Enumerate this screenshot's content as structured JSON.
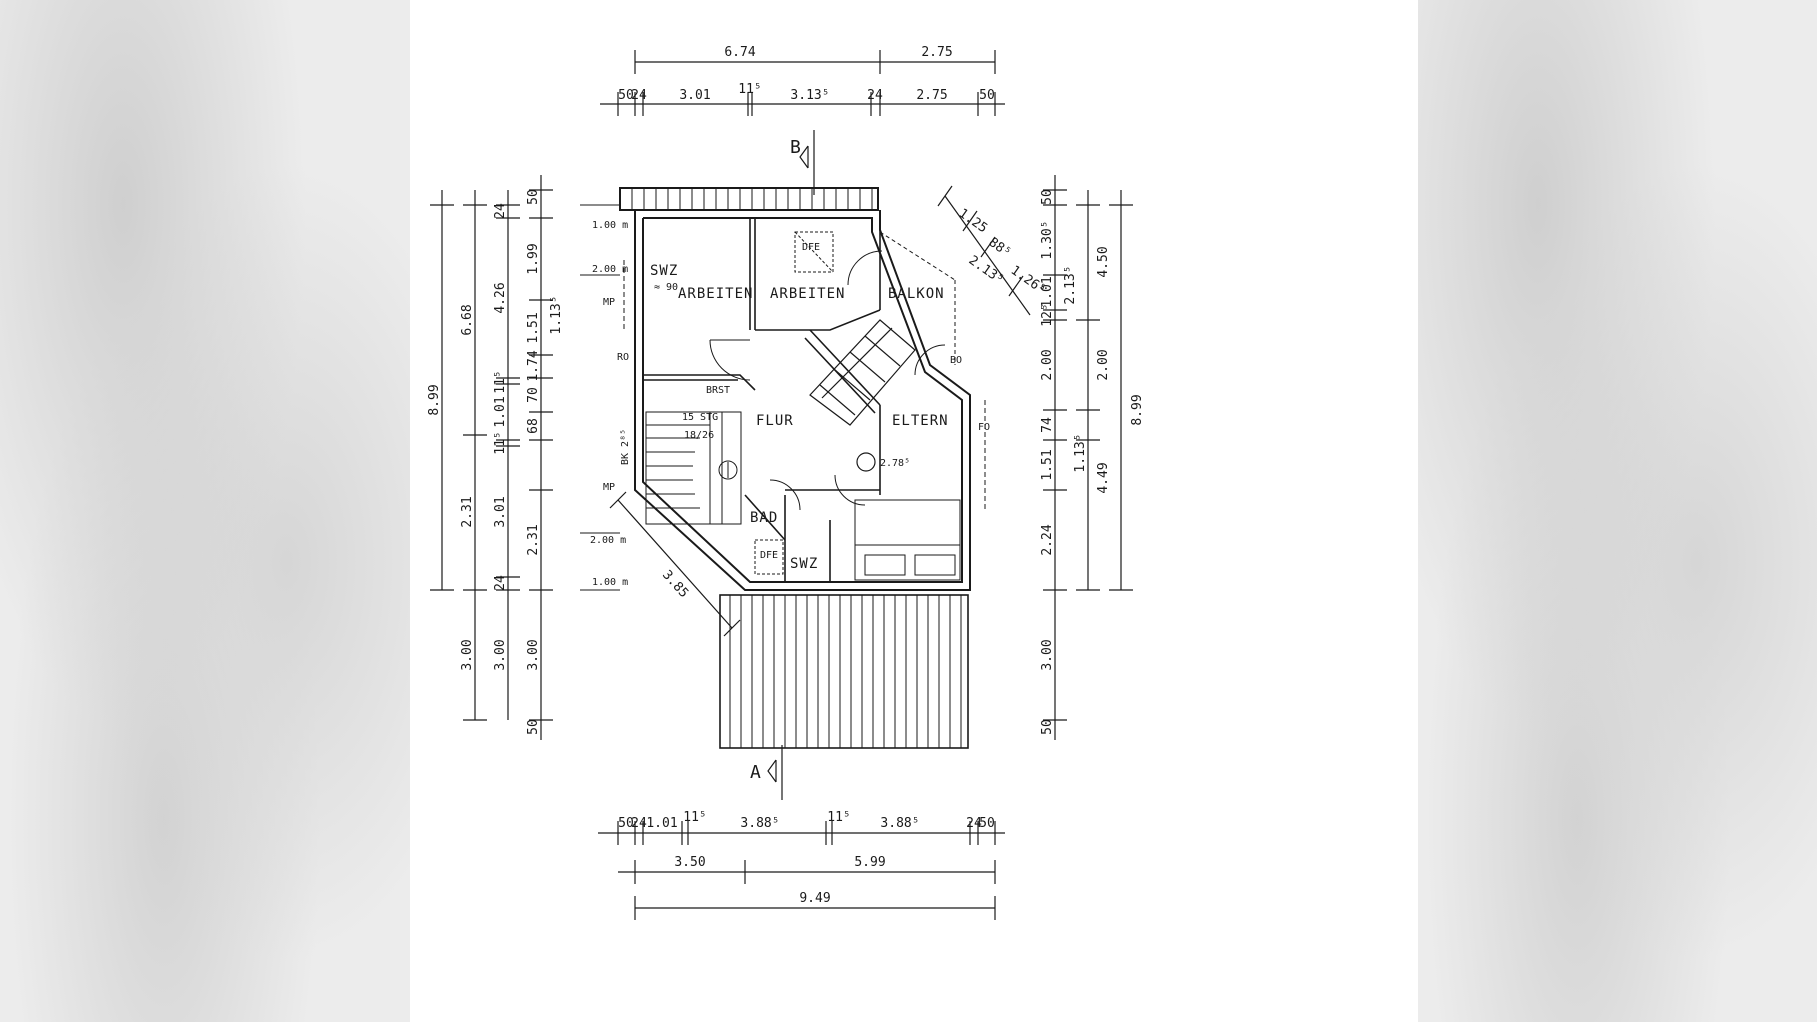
{
  "rooms": {
    "arbeiten_1": "ARBEITEN",
    "arbeiten_2": "ARBEITEN",
    "balkon": "BALKON",
    "flur": "FLUR",
    "eltern": "ELTERN",
    "bad": "BAD",
    "swz": "SWZ",
    "swz_bath": "SWZ"
  },
  "sections": {
    "top": "B",
    "bottom": "A"
  },
  "dims_top_total": [
    "6.74",
    "2.75"
  ],
  "dims_top_detail": [
    "50",
    "24",
    "3.01",
    "11⁵",
    "3.13⁵",
    "24",
    "2.75",
    "50"
  ],
  "dims_bottom_detail": [
    "50",
    "24",
    "1.01",
    "11⁵",
    "3.88⁵",
    "11⁵",
    "3.88⁵",
    "24",
    "50"
  ],
  "dims_bottom_mid": [
    "3.50",
    "5.99"
  ],
  "dims_bottom_total": "9.49",
  "dims_left_outer": [
    "8.99",
    "6.68",
    "2.31",
    "3.00"
  ],
  "dims_left_mid": [
    "24",
    "4.26",
    "11⁵",
    "1.01",
    "11⁵",
    "3.01",
    "24",
    "3.00"
  ],
  "dims_left_inner": [
    "50",
    "1.99",
    "1.13⁵",
    "1.51",
    "1.74",
    "70",
    "68",
    "2.31",
    "3.00",
    "50"
  ],
  "dims_right_inner": [
    "50",
    "1.30⁵",
    "2.13⁵",
    "1.01",
    "12⁵",
    "2.00",
    "74",
    "1.51",
    "2.24",
    "3.00",
    "50"
  ],
  "dims_right_mid": [
    "4.50",
    "2.00",
    "1.13⁵",
    "4.49"
  ],
  "dims_right_outer": "8.99",
  "dims_diagonal_top": [
    "1.25",
    "88⁵",
    "2.13⁵",
    "1.26⁵"
  ],
  "dims_diagonal_left": "3.85",
  "level_marks": [
    "1.00 m",
    "2.00 m",
    "2.00 m",
    "1.00 m"
  ],
  "small_labels": {
    "dfe_top": "DFE",
    "dfe_bad": "DFE",
    "mp_top": "MP",
    "mp_bottom": "MP",
    "ro": "RO",
    "bo": "BO",
    "fo": "FO",
    "brust": "BRST",
    "stair_count": "15 STG",
    "stair_size": "18/26",
    "stair_left": "BK 2⁸⁵",
    "eltern_height": "2.78⁵",
    "swz_height": "≈ 90"
  }
}
